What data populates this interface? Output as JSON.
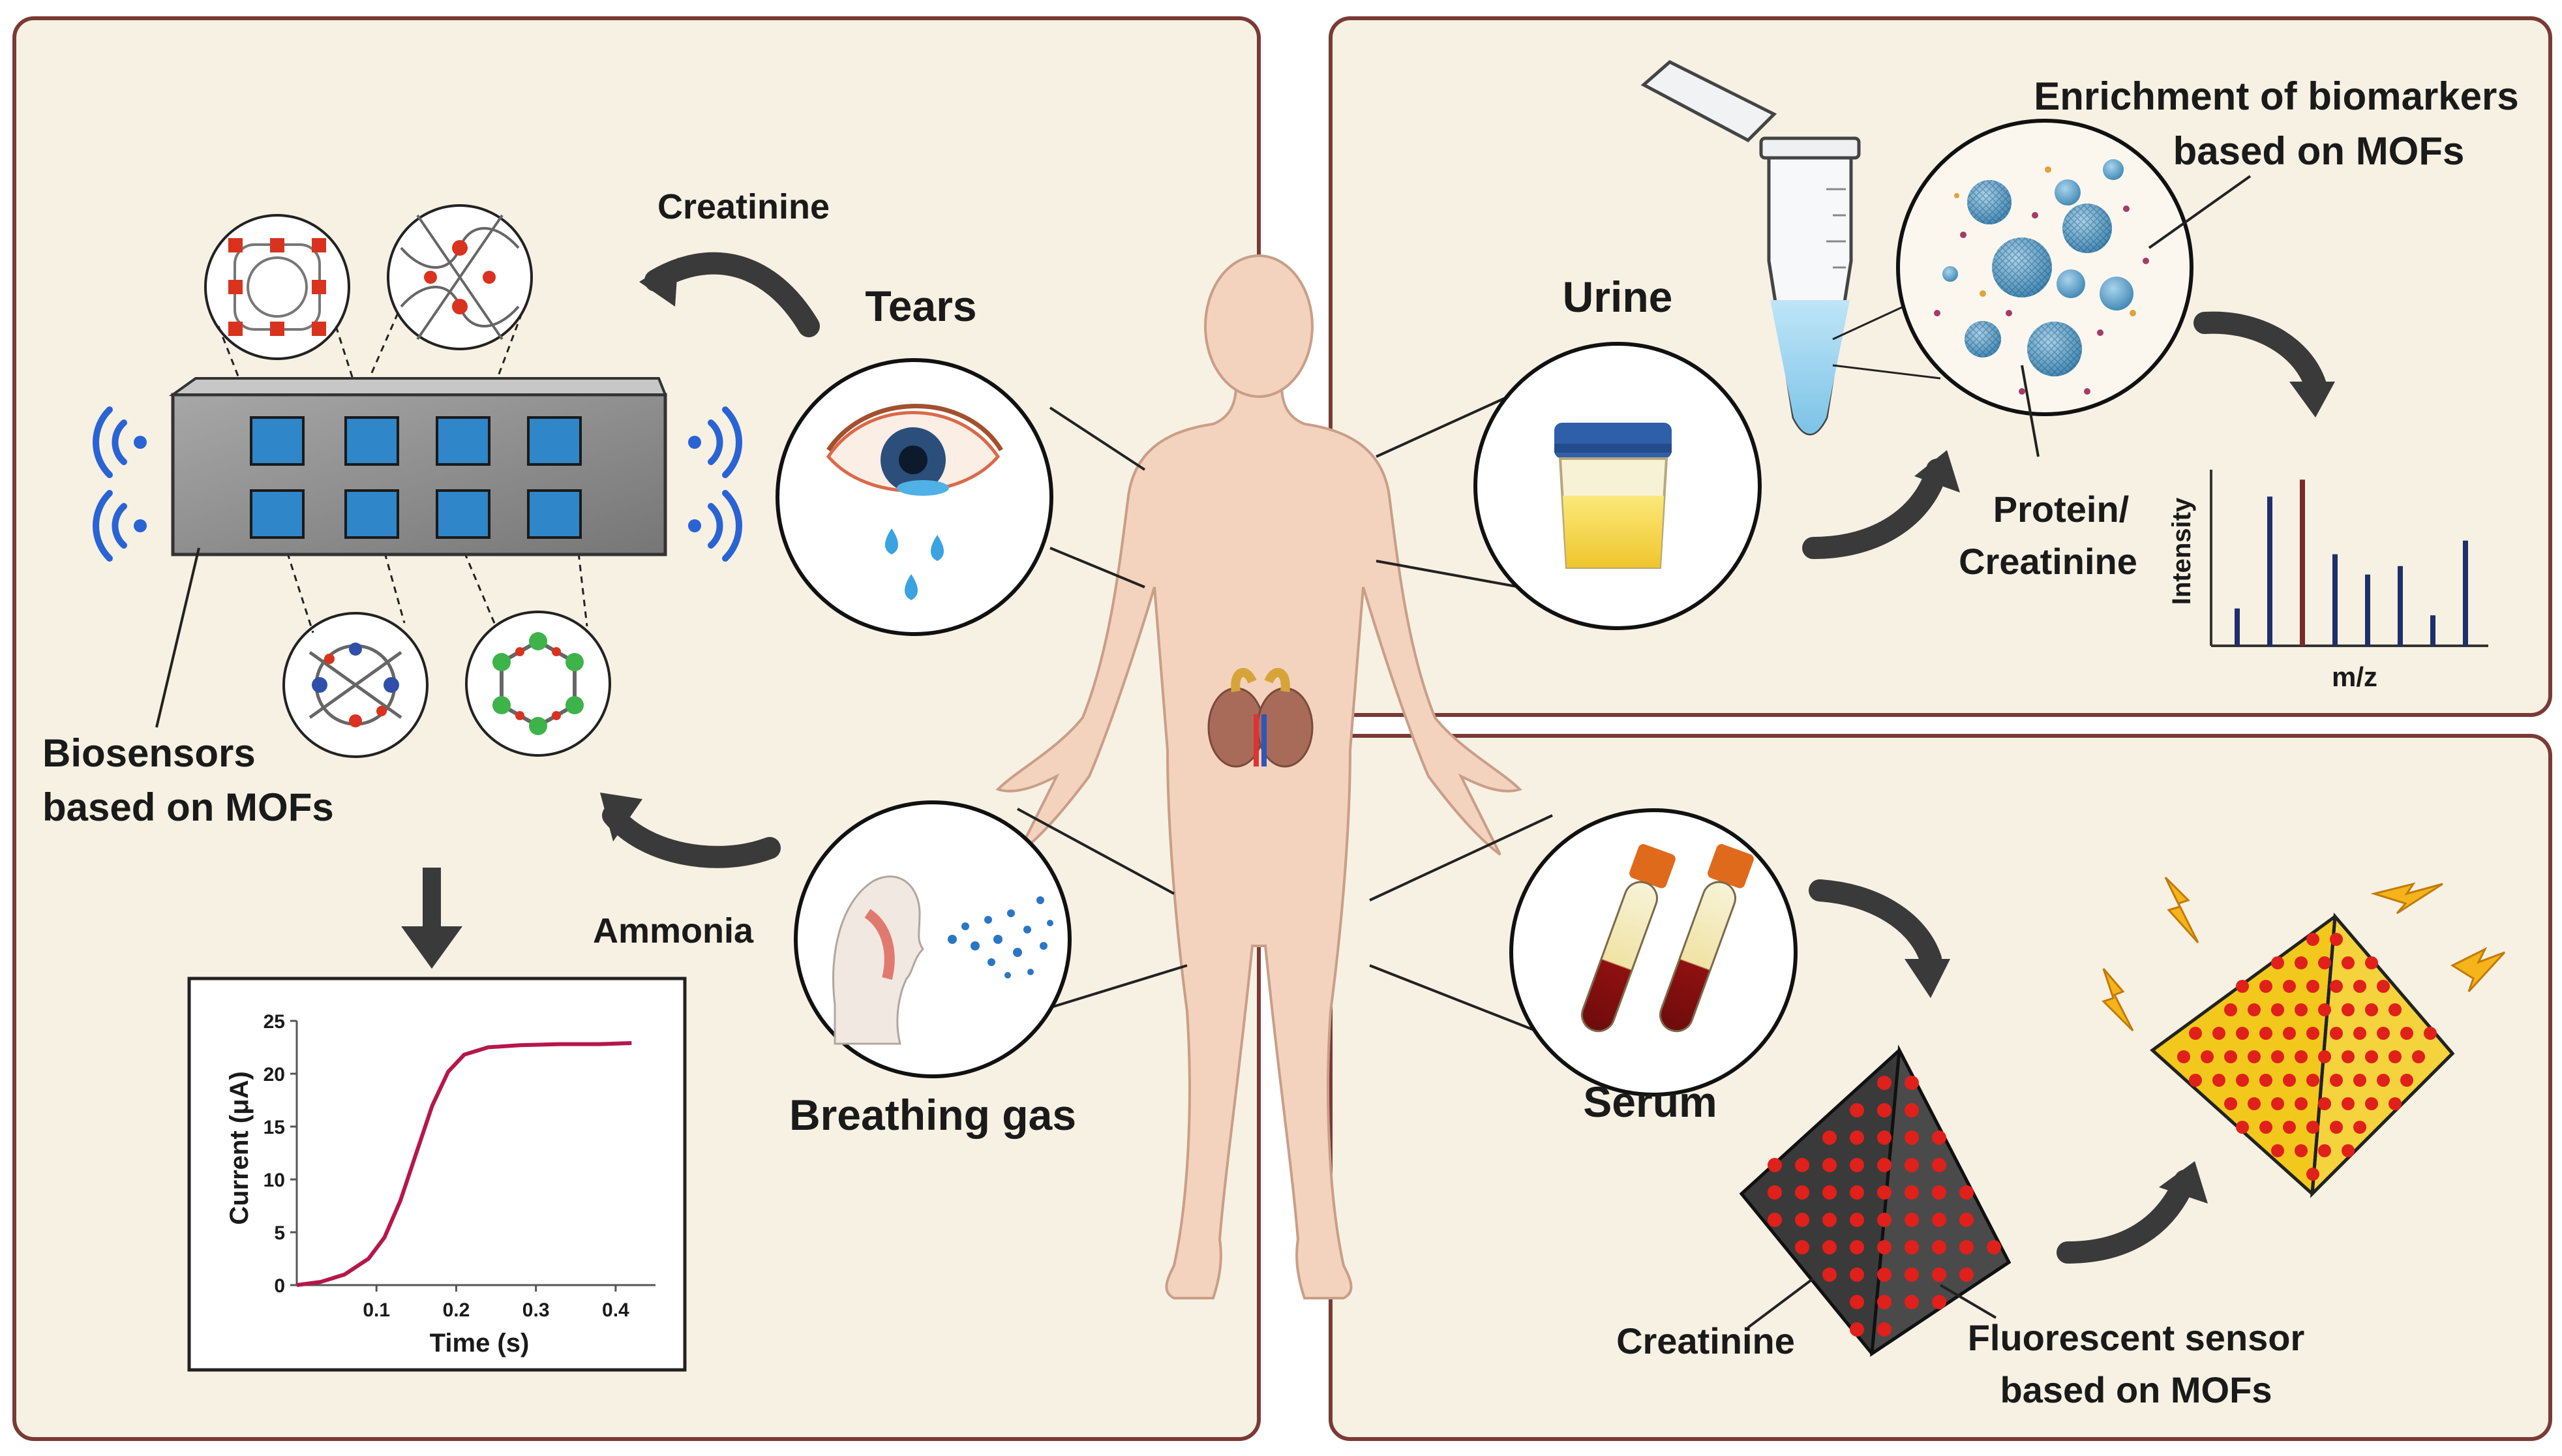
{
  "labels": {
    "creatinine_top": "Creatinine",
    "ammonia": "Ammonia",
    "tears": "Tears",
    "breathing_gas": "Breathing gas",
    "biosensors_line1": "Biosensors",
    "biosensors_line2": "based on MOFs",
    "urine": "Urine",
    "enrichment_line1": "Enrichment of biomarkers",
    "enrichment_line2": "based on MOFs",
    "protein_line1": "Protein/",
    "protein_line2": "Creatinine",
    "serum": "Serum",
    "creatinine_bottom": "Creatinine",
    "fluorescent_line1": "Fluorescent sensor",
    "fluorescent_line2": "based on MOFs"
  },
  "current_chart": {
    "xlabel": "Time (s)",
    "ylabel": "Current (μA)",
    "x_ticks": [
      "0.1",
      "0.2",
      "0.3",
      "0.4"
    ],
    "y_ticks": [
      "0",
      "5",
      "10",
      "15",
      "20",
      "25"
    ]
  },
  "ms_chart": {
    "xlabel": "m/z",
    "ylabel": "Intensity"
  },
  "chart_data": [
    {
      "type": "line",
      "xlabel": "Time (s)",
      "ylabel": "Current (μA)",
      "xlim": [
        0,
        0.45
      ],
      "ylim": [
        0,
        25
      ],
      "series": [
        {
          "x": [
            0.0,
            0.03,
            0.06,
            0.09,
            0.11,
            0.13,
            0.15,
            0.17,
            0.19,
            0.21,
            0.24,
            0.28,
            0.33,
            0.38,
            0.42
          ],
          "y": [
            0,
            0.3,
            1.0,
            2.5,
            4.5,
            8.0,
            12.5,
            17.0,
            20.2,
            21.8,
            22.5,
            22.7,
            22.8,
            22.8,
            22.9
          ]
        }
      ],
      "color": "#b5174a"
    },
    {
      "type": "bar",
      "xlabel": "m/z",
      "ylabel": "Intensity",
      "values": [
        0.22,
        0.88,
        0.98,
        0.54,
        0.42,
        0.47,
        0.18,
        0.62
      ],
      "colors": [
        "#1e2f6b",
        "#1e2f6b",
        "#7a2a2a",
        "#1e2f6b",
        "#1e2f6b",
        "#1e2f6b",
        "#1e2f6b",
        "#1e2f6b"
      ]
    }
  ],
  "colors": {
    "panel_bg": "#f7f1e3",
    "panel_border": "#7a3a35",
    "skin": "#f3d3bd",
    "chip_blue": "#2f86c9",
    "mof_yellow": "#f2c81c",
    "mof_dark": "#3a3a3a",
    "dot_red": "#e0201a",
    "wifi_blue": "#2a63d4"
  }
}
